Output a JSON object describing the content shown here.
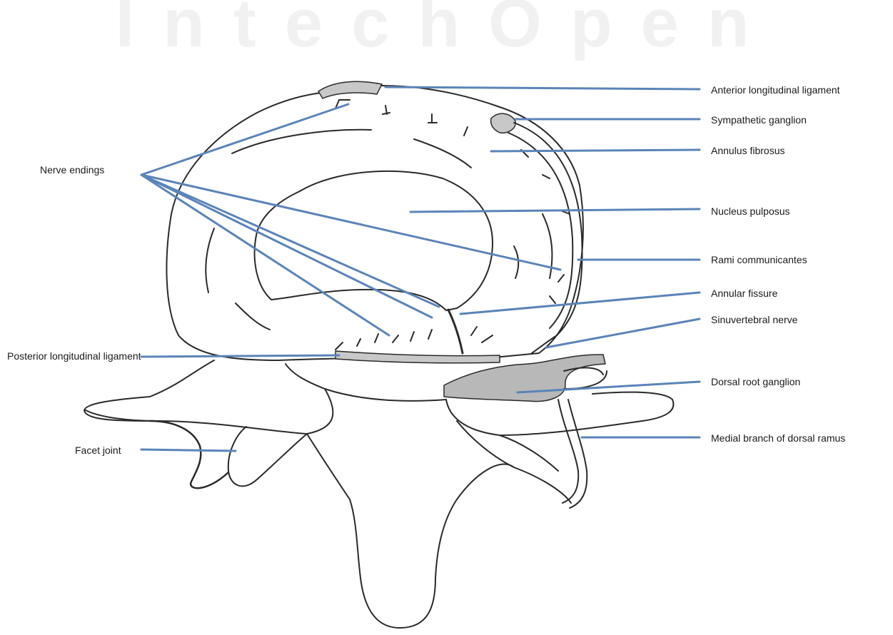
{
  "watermark": "IntechOpen",
  "colors": {
    "leader_line": "#5b84b8",
    "outline": "#2a2a2a",
    "ligament_fill": "#c8c8c8",
    "ganglion_fill": "#b8b8b8",
    "background": "#ffffff"
  },
  "labels": {
    "nerve_endings": "Nerve endings",
    "posterior_longitudinal_ligament": "Posterior longitudinal ligament",
    "facet_joint": "Facet joint",
    "anterior_longitudinal_ligament": "Anterior longitudinal ligament",
    "sympathetic_ganglion": "Sympathetic ganglion",
    "annulus_fibrosus": "Annulus fibrosus",
    "nucleus_pulposus": "Nucleus pulposus",
    "rami_communicantes": "Rami communicantes",
    "annular_fissure": "Annular fissure",
    "sinuvertebral_nerve": "Sinuvertebral nerve",
    "dorsal_root_ganglion": "Dorsal root ganglion",
    "medial_branch_of_dorsal_ramus": "Medial branch of dorsal ramus"
  }
}
